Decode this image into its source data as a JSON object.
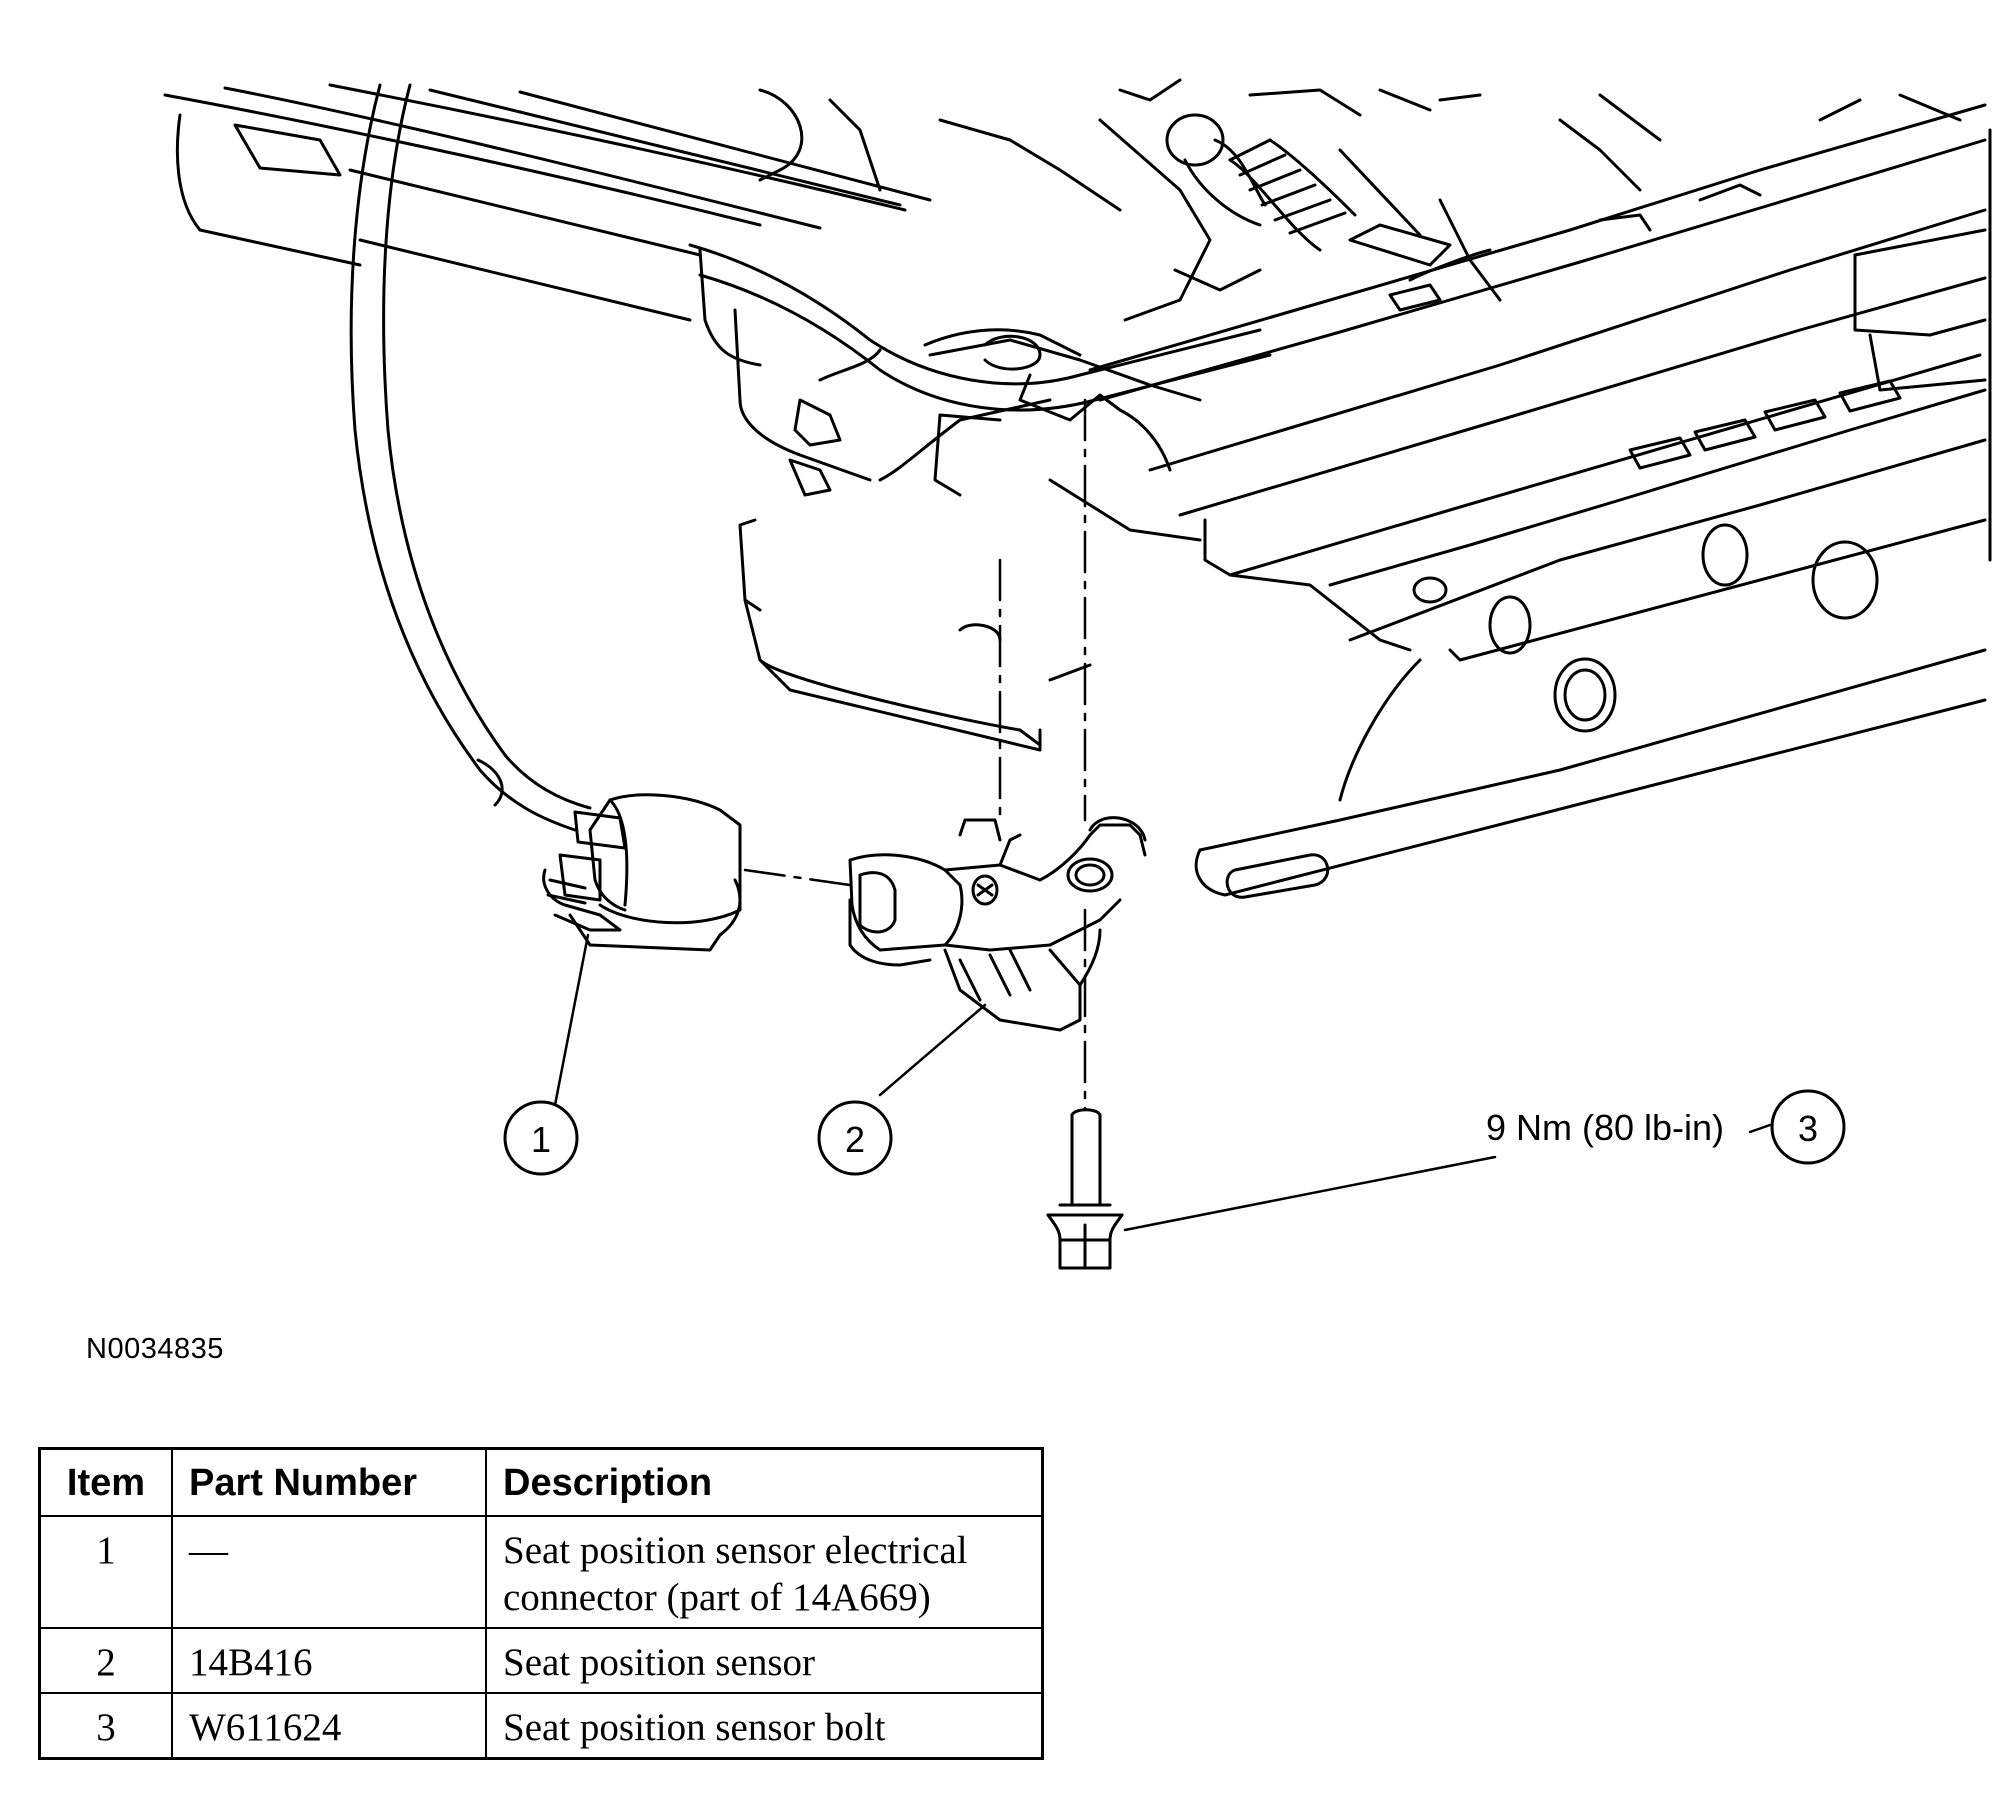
{
  "figure_id": "N0034835",
  "callouts": [
    {
      "label": "1"
    },
    {
      "label": "2"
    },
    {
      "label": "3"
    }
  ],
  "torque_spec": "9 Nm (80 lb-in)",
  "table": {
    "headers": {
      "item": "Item",
      "part_number": "Part Number",
      "description": "Description"
    },
    "rows": [
      {
        "item": "1",
        "part_number": "—",
        "description_line1": "Seat position sensor electrical",
        "description_line2": "connector (part of 14A669)"
      },
      {
        "item": "2",
        "part_number": "14B416",
        "description_line1": "Seat position sensor"
      },
      {
        "item": "3",
        "part_number": "W611624",
        "description_line1": "Seat position sensor bolt"
      }
    ]
  }
}
